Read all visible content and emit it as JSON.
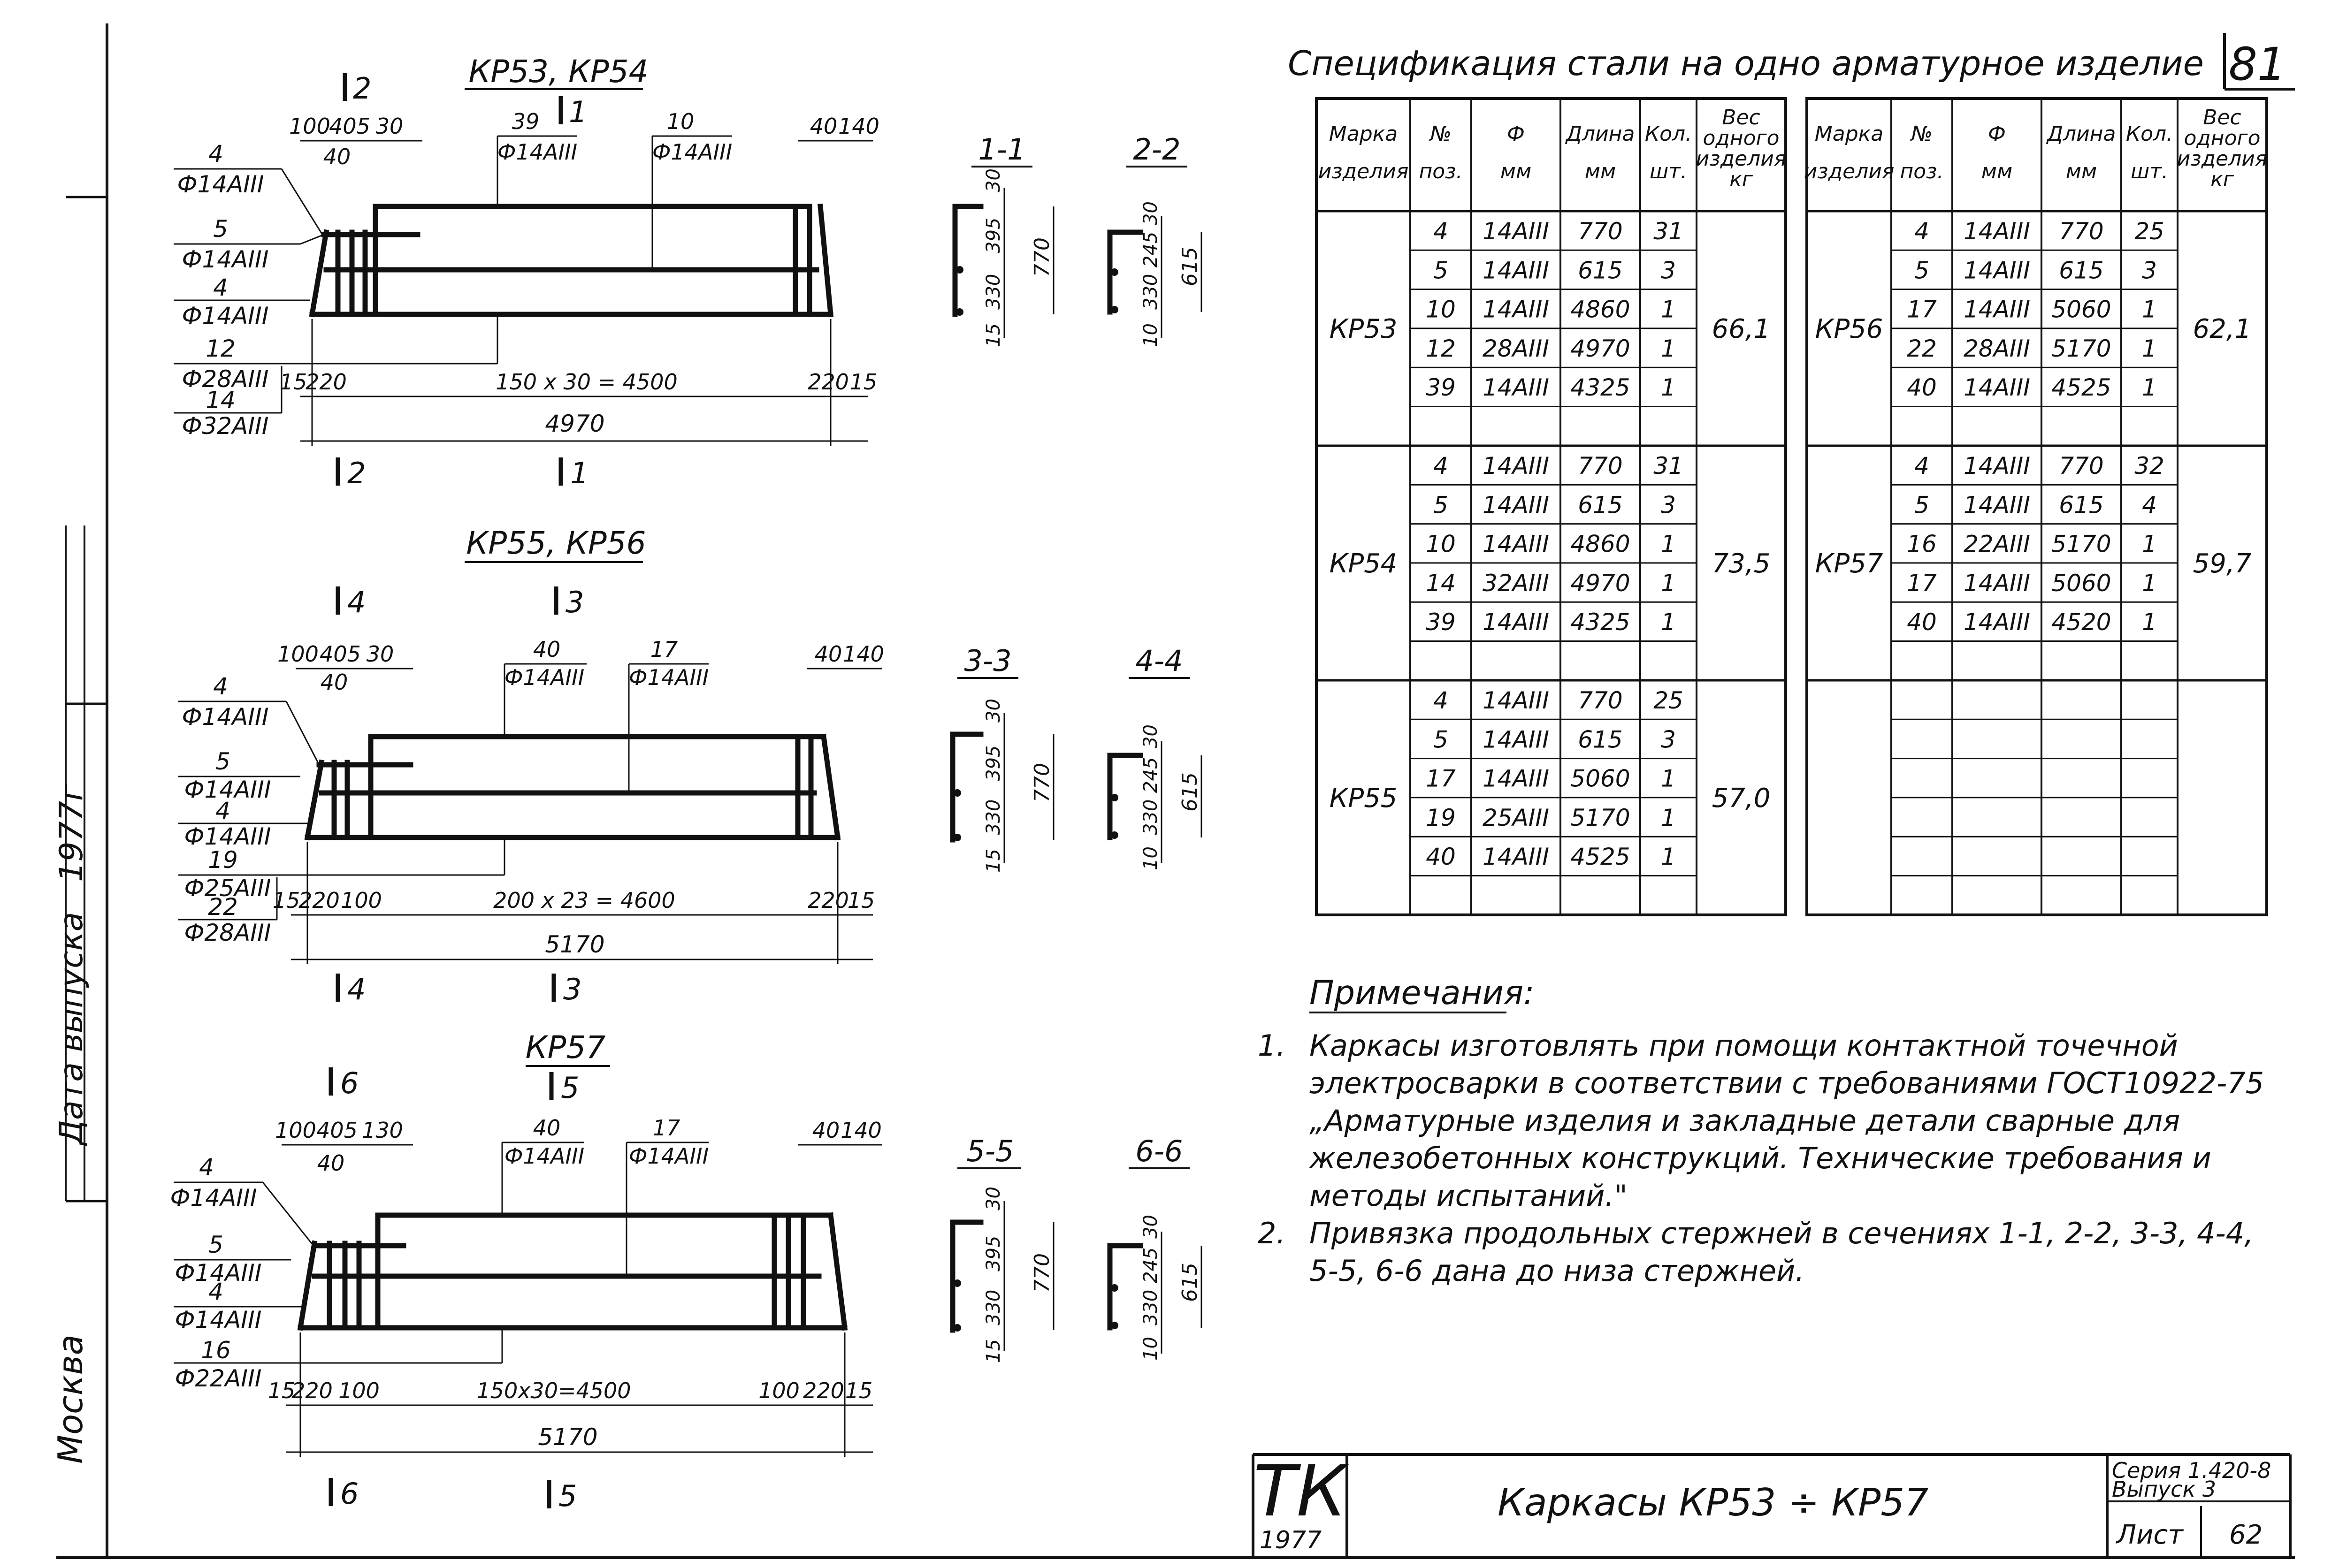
{
  "sheet": {
    "number": "81",
    "left_margin": {
      "city": "Москва",
      "date_label": "Дата выпуска",
      "year": "1977г"
    }
  },
  "drawings": [
    {
      "title": "КР53, КР54",
      "dims_top": [
        "100",
        "405",
        "30",
        "40",
        "140"
      ],
      "dims_40": "40",
      "callouts": [
        {
          "num": "39",
          "spec": "Ф14АIII"
        },
        {
          "num": "10",
          "spec": "Ф14АIII"
        }
      ],
      "left_labels": [
        {
          "num": "4",
          "spec": "Ф14АIII"
        },
        {
          "num": "5",
          "spec": "Ф14АIII"
        },
        {
          "num": "4",
          "spec": "Ф14АIII"
        },
        {
          "num": "12",
          "spec": "Ф28АIII"
        },
        {
          "num": "14",
          "spec": "Ф32АIII"
        }
      ],
      "dims_bottom": [
        "15",
        "220",
        "150 х 30 = 4500",
        "220",
        "15"
      ],
      "total": "4970",
      "cuts": {
        "left": "2",
        "right": "1"
      },
      "sections": [
        {
          "name": "1-1",
          "dims": [
            "30",
            "395",
            "330",
            "15"
          ],
          "total": "770"
        },
        {
          "name": "2-2",
          "dims": [
            "30",
            "245",
            "330",
            "10"
          ],
          "total": "615"
        }
      ]
    },
    {
      "title": "КР55, КР56",
      "dims_top": [
        "100",
        "405",
        "30",
        "40",
        "140"
      ],
      "dims_40": "40",
      "callouts": [
        {
          "num": "40",
          "spec": "Ф14АIII"
        },
        {
          "num": "17",
          "spec": "Ф14АIII"
        }
      ],
      "left_labels": [
        {
          "num": "4",
          "spec": "Ф14АIII"
        },
        {
          "num": "5",
          "spec": "Ф14АIII"
        },
        {
          "num": "4",
          "spec": "Ф14АIII"
        },
        {
          "num": "19",
          "spec": "Ф25АIII"
        },
        {
          "num": "22",
          "spec": "Ф28АIII"
        }
      ],
      "dims_bottom": [
        "15",
        "220",
        "100",
        "200 х 23 = 4600",
        "220",
        "15"
      ],
      "total": "5170",
      "cuts": {
        "left": "4",
        "right": "3"
      },
      "sections": [
        {
          "name": "3-3",
          "dims": [
            "30",
            "395",
            "330",
            "15"
          ],
          "total": "770"
        },
        {
          "name": "4-4",
          "dims": [
            "30",
            "245",
            "330",
            "10"
          ],
          "total": "615"
        }
      ]
    },
    {
      "title": "КР57",
      "dims_top": [
        "100",
        "405",
        "130",
        "40",
        "140"
      ],
      "dims_40": "40",
      "callouts": [
        {
          "num": "40",
          "spec": "Ф14АIII"
        },
        {
          "num": "17",
          "spec": "Ф14АIII"
        }
      ],
      "left_labels": [
        {
          "num": "4",
          "spec": "Ф14АIII"
        },
        {
          "num": "5",
          "spec": "Ф14АIII"
        },
        {
          "num": "4",
          "spec": "Ф14АIII"
        },
        {
          "num": "16",
          "spec": "Ф22АIII"
        }
      ],
      "dims_bottom": [
        "15",
        "220",
        "100",
        "150х30=4500",
        "100",
        "220",
        "15"
      ],
      "total": "5170",
      "cuts": {
        "left": "6",
        "right": "5"
      },
      "sections": [
        {
          "name": "5-5",
          "dims": [
            "30",
            "395",
            "330",
            "15"
          ],
          "total": "770"
        },
        {
          "name": "6-6",
          "dims": [
            "30",
            "245",
            "330",
            "10"
          ],
          "total": "615"
        }
      ]
    }
  ],
  "spec": {
    "title": "Спецификация стали на одно арматурное изделие",
    "headers": [
      "Марка изделия",
      "№ поз.",
      "Ф мм",
      "Длина мм",
      "Кол. шт.",
      "Вес одного изделия кг"
    ],
    "left": [
      {
        "mark": "КР53",
        "weight": "66,1",
        "rows": [
          [
            "4",
            "14АIII",
            "770",
            "31"
          ],
          [
            "5",
            "14АIII",
            "615",
            "3"
          ],
          [
            "10",
            "14АIII",
            "4860",
            "1"
          ],
          [
            "12",
            "28АIII",
            "4970",
            "1"
          ],
          [
            "39",
            "14АIII",
            "4325",
            "1"
          ]
        ]
      },
      {
        "mark": "КР54",
        "weight": "73,5",
        "rows": [
          [
            "4",
            "14АIII",
            "770",
            "31"
          ],
          [
            "5",
            "14АIII",
            "615",
            "3"
          ],
          [
            "10",
            "14АIII",
            "4860",
            "1"
          ],
          [
            "14",
            "32АIII",
            "4970",
            "1"
          ],
          [
            "39",
            "14АIII",
            "4325",
            "1"
          ]
        ]
      },
      {
        "mark": "КР55",
        "weight": "57,0",
        "rows": [
          [
            "4",
            "14АIII",
            "770",
            "25"
          ],
          [
            "5",
            "14АIII",
            "615",
            "3"
          ],
          [
            "17",
            "14АIII",
            "5060",
            "1"
          ],
          [
            "19",
            "25АIII",
            "5170",
            "1"
          ],
          [
            "40",
            "14АIII",
            "4525",
            "1"
          ]
        ]
      }
    ],
    "right": [
      {
        "mark": "КР56",
        "weight": "62,1",
        "rows": [
          [
            "4",
            "14АIII",
            "770",
            "25"
          ],
          [
            "5",
            "14АIII",
            "615",
            "3"
          ],
          [
            "17",
            "14АIII",
            "5060",
            "1"
          ],
          [
            "22",
            "28АIII",
            "5170",
            "1"
          ],
          [
            "40",
            "14АIII",
            "4525",
            "1"
          ]
        ]
      },
      {
        "mark": "КР57",
        "weight": "59,7",
        "rows": [
          [
            "4",
            "14АIII",
            "770",
            "32"
          ],
          [
            "5",
            "14АIII",
            "615",
            "4"
          ],
          [
            "16",
            "22АIII",
            "5170",
            "1"
          ],
          [
            "17",
            "14АIII",
            "5060",
            "1"
          ],
          [
            "40",
            "14АIII",
            "4520",
            "1"
          ]
        ]
      },
      {
        "mark": "",
        "weight": "",
        "rows": []
      }
    ]
  },
  "notes": {
    "title": "Примечания:",
    "items": [
      {
        "num": "1.",
        "lines": [
          "Каркасы изготовлять при помощи контактной точечной",
          "электросварки в соответствии с требованиями ГОСТ10922-75",
          "„Арматурные изделия и закладные детали сварные для",
          "железобетонных конструкций. Технические требования и",
          "методы испытаний.\""
        ]
      },
      {
        "num": "2.",
        "lines": [
          "Привязка продольных стержней в сечениях 1-1, 2-2, 3-3, 4-4,",
          "5-5, 6-6 дана до низа стержней."
        ]
      }
    ]
  },
  "titleblock": {
    "org": "ТК",
    "year": "1977",
    "title": "Каркасы КР53 ÷ КР57",
    "series": "Серия 1.420-8",
    "issue": "Выпуск 3",
    "sheet_label": "Лист",
    "sheet_num": "62"
  }
}
